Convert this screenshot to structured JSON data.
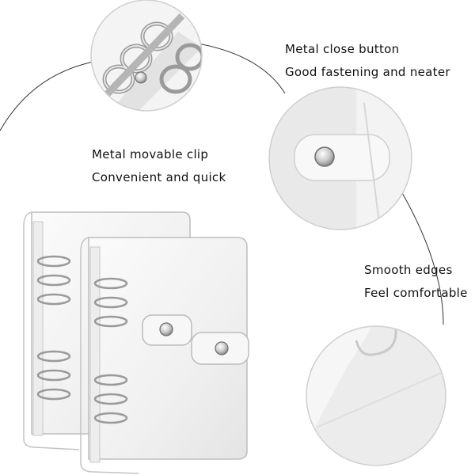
{
  "features": [
    {
      "id": "clip",
      "title": "Metal movable clip",
      "subtitle": "Convenient and quick"
    },
    {
      "id": "button",
      "title": "Metal close button",
      "subtitle": "Good fastening and neater"
    },
    {
      "id": "edges",
      "title": "Smooth edges",
      "subtitle": "Feel comfortable"
    }
  ],
  "colors": {
    "background": "#ffffff",
    "text": "#111111",
    "connector_line": "#333333",
    "plastic": "#f2f2f2",
    "ring_metal": "#9a9a9a",
    "snap_metal": "#c8c8c8"
  }
}
